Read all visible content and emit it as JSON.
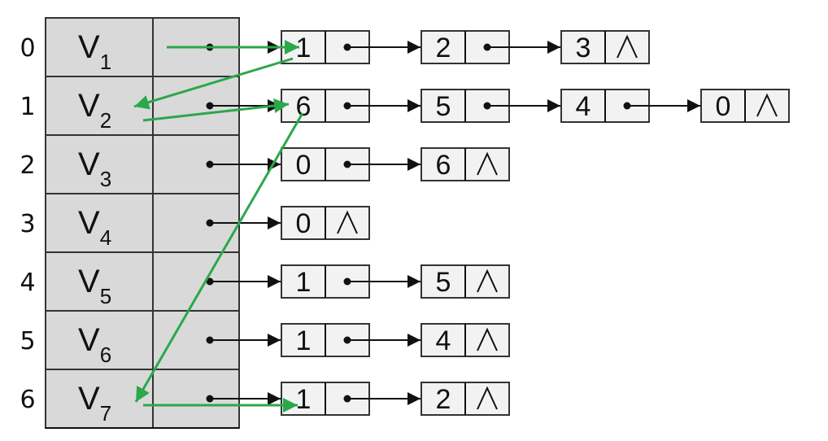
{
  "colors": {
    "background": "#ffffff",
    "cell": "#d9d9d9",
    "node": "#f2f2f2",
    "edge": "#111111",
    "traversal": "#2aa84a"
  },
  "null_symbol": "∧",
  "rows": [
    {
      "index": "0",
      "vertex": "V",
      "sub": "1",
      "adj": [
        "1",
        "2",
        "3"
      ]
    },
    {
      "index": "1",
      "vertex": "V",
      "sub": "2",
      "adj": [
        "6",
        "5",
        "4",
        "0"
      ]
    },
    {
      "index": "2",
      "vertex": "V",
      "sub": "3",
      "adj": [
        "0",
        "6"
      ]
    },
    {
      "index": "3",
      "vertex": "V",
      "sub": "4",
      "adj": [
        "0"
      ]
    },
    {
      "index": "4",
      "vertex": "V",
      "sub": "5",
      "adj": [
        "1",
        "5"
      ]
    },
    {
      "index": "5",
      "vertex": "V",
      "sub": "6",
      "adj": [
        "1",
        "4"
      ]
    },
    {
      "index": "6",
      "vertex": "V",
      "sub": "7",
      "adj": [
        "1",
        "2"
      ]
    }
  ]
}
